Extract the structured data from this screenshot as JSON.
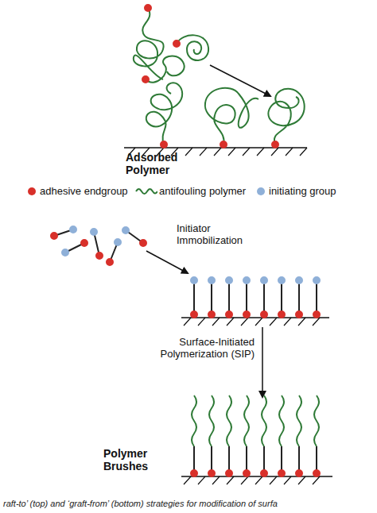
{
  "diagram": {
    "caption": "raft-to’ (top) and ‘graft-from’ (bottom) strategies for modification of surfa",
    "labels": [
      "Adsorbed Polymer",
      "Initiator Immobilization",
      "Surface-Initiated Polymerization (SIP)",
      "Polymer Brushes"
    ],
    "legend": [
      {
        "text": "adhesive endgroup",
        "color": "#d8302a"
      },
      {
        "text": "antifouling polymer"
      },
      {
        "text": "initiating group",
        "color": "#8fb0d8"
      }
    ]
  }
}
